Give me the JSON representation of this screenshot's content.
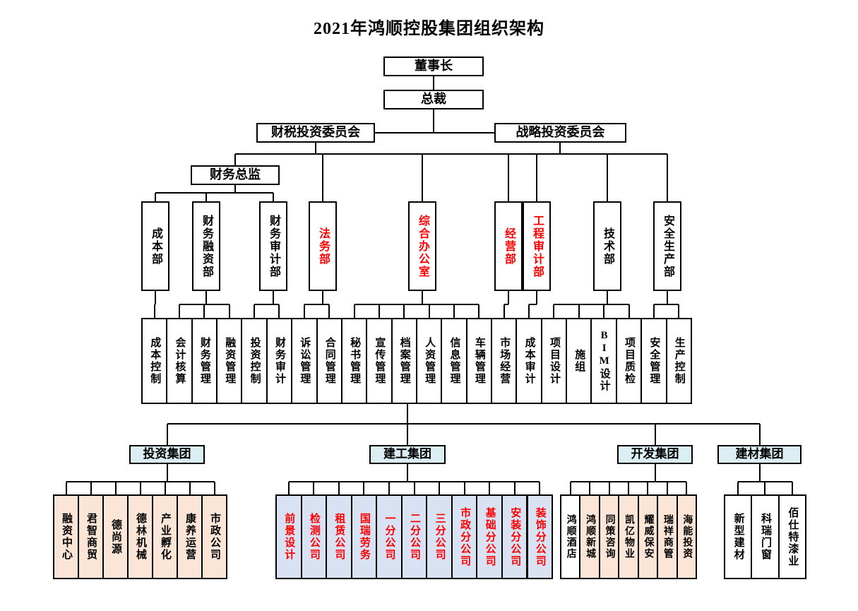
{
  "title": "2021年鸿顺控股集团组织架构",
  "colors": {
    "line": "#000000",
    "red_text": "#FF0000",
    "group_fill": "#DAEEF3",
    "invest_fill": "#FBE5D6",
    "constr_fill": "#D9E2F3",
    "devel_fill": "#FBE5D6",
    "white_fill": "#FFFFFF"
  },
  "executives": [
    {
      "name": "chairman",
      "label": "董事长"
    },
    {
      "name": "president",
      "label": "总裁"
    },
    {
      "name": "finance-tax-investment-committee",
      "label": "财税投资委员会"
    },
    {
      "name": "strategy-investment-committee",
      "label": "战略投资委员会"
    },
    {
      "name": "finance-director",
      "label": "财务总监"
    }
  ],
  "departments": [
    {
      "name": "cost-dept",
      "label": "成本部",
      "red": false
    },
    {
      "name": "finance-financing-dept",
      "label": "财务融资部",
      "red": false
    },
    {
      "name": "finance-audit-dept",
      "label": "财务审计部",
      "red": false
    },
    {
      "name": "legal-dept",
      "label": "法务部",
      "red": true
    },
    {
      "name": "general-office",
      "label": "综合办公室",
      "red": true
    },
    {
      "name": "operations-dept",
      "label": "经营部",
      "red": true
    },
    {
      "name": "engineering-audit-dept",
      "label": "工程审计部",
      "red": true
    },
    {
      "name": "technology-dept",
      "label": "技术部",
      "red": false
    },
    {
      "name": "safety-production-dept",
      "label": "安全生产部",
      "red": false
    }
  ],
  "sub_departments": [
    {
      "label": "成本控制"
    },
    {
      "label": "会计核算"
    },
    {
      "label": "财务管理"
    },
    {
      "label": "融资管理"
    },
    {
      "label": "投资控制"
    },
    {
      "label": "财务审计"
    },
    {
      "label": "诉讼管理"
    },
    {
      "label": "合同管理"
    },
    {
      "label": "秘书管理"
    },
    {
      "label": "宣传管理"
    },
    {
      "label": "档案管理"
    },
    {
      "label": "人资管理"
    },
    {
      "label": "信息管理"
    },
    {
      "label": "车辆管理"
    },
    {
      "label": "市场经营"
    },
    {
      "label": "成本审计"
    },
    {
      "label": "项目设计"
    },
    {
      "label": "施组"
    },
    {
      "label": "BIM设计"
    },
    {
      "label": "项目质检"
    },
    {
      "label": "安全管理"
    },
    {
      "label": "生产控制"
    }
  ],
  "groups": [
    {
      "name": "investment-group",
      "label": "投资集团"
    },
    {
      "name": "construction-group",
      "label": "建工集团"
    },
    {
      "name": "development-group",
      "label": "开发集团"
    },
    {
      "name": "building-materials-group",
      "label": "建材集团"
    }
  ],
  "companies": {
    "investment": [
      {
        "label": "融资中心"
      },
      {
        "label": "君智商贸"
      },
      {
        "label": "德尚源"
      },
      {
        "label": "德林机械"
      },
      {
        "label": "产业孵化"
      },
      {
        "label": "康养运营"
      },
      {
        "label": "市政公司"
      }
    ],
    "construction": [
      {
        "label": "前景设计"
      },
      {
        "label": "检测公司"
      },
      {
        "label": "租赁公司"
      },
      {
        "label": "国瑞劳务"
      },
      {
        "label": "一分公司"
      },
      {
        "label": "二分公司"
      },
      {
        "label": "三分公司"
      },
      {
        "label": "市政分公司"
      },
      {
        "label": "基础分公司"
      },
      {
        "label": "安装分公司"
      },
      {
        "label": "装饰分公司"
      }
    ],
    "development": [
      {
        "label": "鸿顺酒店",
        "fill": "white"
      },
      {
        "label": "鸿顺新城"
      },
      {
        "label": "同策咨询"
      },
      {
        "label": "凯亿物业"
      },
      {
        "label": "耀威保安"
      },
      {
        "label": "瑞祥商管"
      },
      {
        "label": "海能投资"
      }
    ],
    "materials": [
      {
        "label": "新型建材"
      },
      {
        "label": "科瑞门窗"
      },
      {
        "label": "佰仕特漆业"
      }
    ]
  }
}
